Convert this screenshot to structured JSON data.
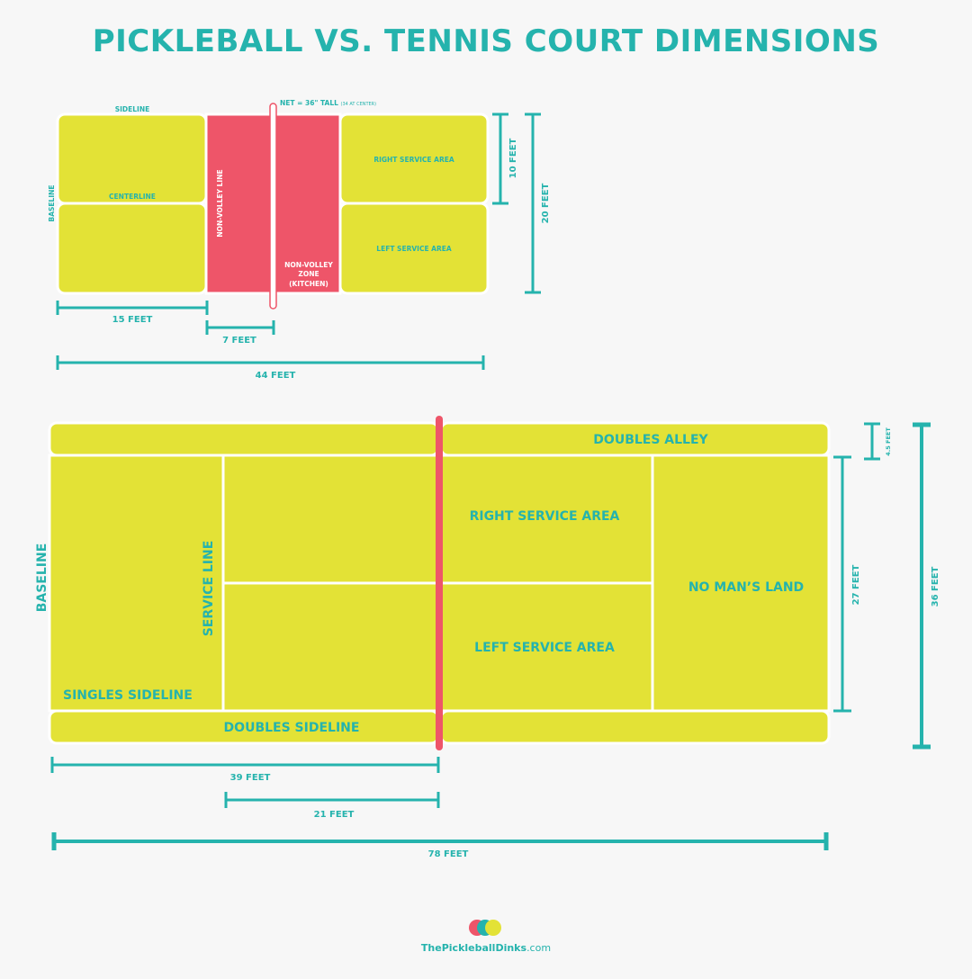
{
  "title": "PICKLEBALL VS. TENNIS COURT DIMENSIONS",
  "colors": {
    "court": "#e3e236",
    "kitchen": "#ee5569",
    "accent": "#25b3ad",
    "line": "#ffffff"
  },
  "pickleball": {
    "sideline": "SIDELINE",
    "baseline": "BASELINE",
    "centerline": "CENTERLINE",
    "non_volley_line": "NON-VOLLEY LINE",
    "net_label": "NET = 36\" TALL",
    "net_sub": "(34 AT CENTER)",
    "right_service_area": "RIGHT SERVICE AREA",
    "left_service_area": "LEFT SERVICE AREA",
    "kitchen_1": "NON-VOLLEY",
    "kitchen_2": "ZONE",
    "kitchen_3": "(KITCHEN)",
    "dim_15": "15 FEET",
    "dim_7": "7 FEET",
    "dim_44": "44 FEET",
    "dim_10": "10 FEET",
    "dim_20": "20 FEET"
  },
  "tennis": {
    "doubles_alley": "DOUBLES ALLEY",
    "baseline": "BASELINE",
    "service_line": "SERVICE LINE",
    "right_service_area": "RIGHT SERVICE AREA",
    "left_service_area": "LEFT SERVICE AREA",
    "no_mans_land": "NO MAN’S LAND",
    "singles_sideline": "SINGLES SIDELINE",
    "doubles_sideline": "DOUBLES SIDELINE",
    "dim_39": "39 FEET",
    "dim_21": "21 FEET",
    "dim_78": "78 FEET",
    "dim_45": "4.5 FEET",
    "dim_27": "27 FEET",
    "dim_36": "36 FEET"
  },
  "footer": {
    "brand": "ThePickleballDinks",
    "suffix": ".com"
  }
}
